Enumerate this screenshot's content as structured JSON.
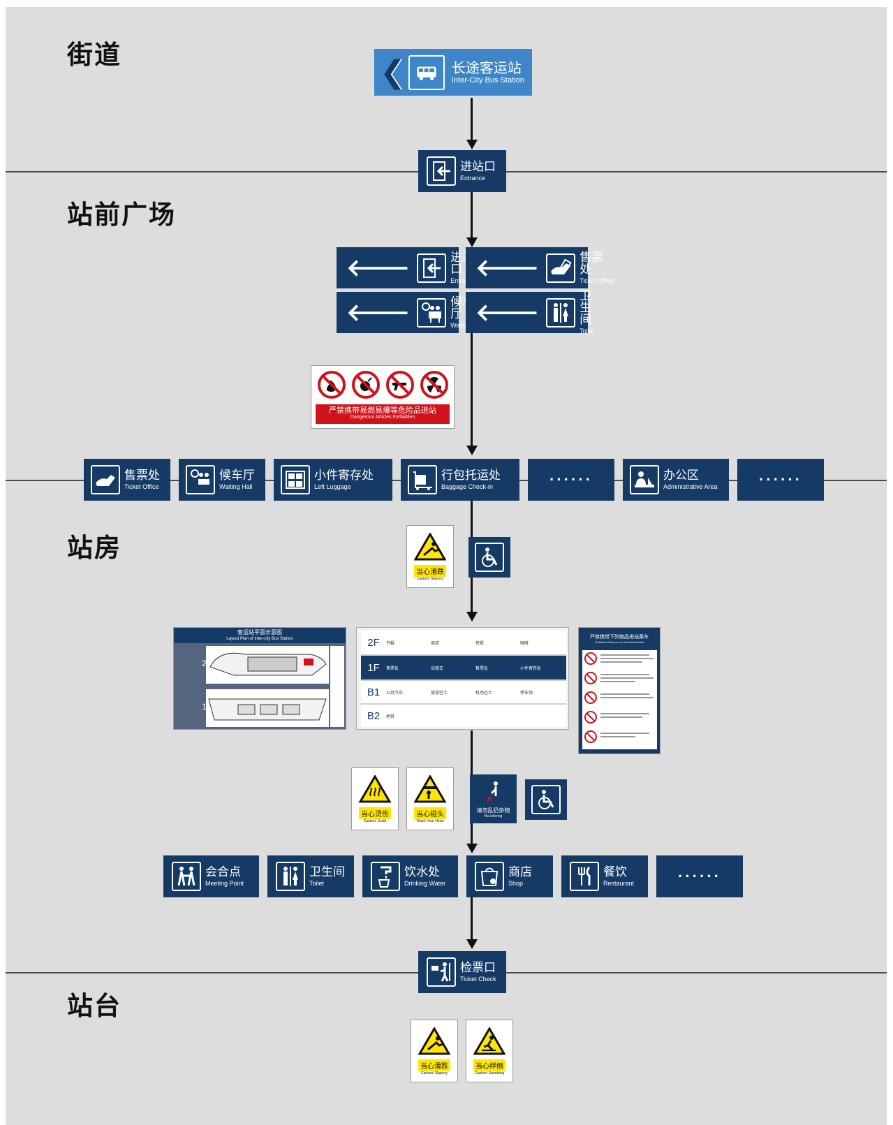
{
  "zones": {
    "street": "街道",
    "plaza": "站前广场",
    "building": "站房",
    "platform": "站台"
  },
  "street_sign": {
    "zh": "长途客运站",
    "en": "Inter-City Bus Station"
  },
  "entrance_sign": {
    "zh": "进站口",
    "en": "Entrance"
  },
  "directional_signs": [
    {
      "zh": "进站口",
      "en": "Entrance"
    },
    {
      "zh": "售票处",
      "en": "Ticket Office"
    },
    {
      "zh": "候车厅",
      "en": "Waiting Hall"
    },
    {
      "zh": "卫生间",
      "en": "Toilet"
    }
  ],
  "forbidden_sign": {
    "zh": "严禁携带易燃易爆等危险品进站",
    "en": "Dangerous Articles Forbidden"
  },
  "building_row": [
    {
      "zh": "售票处",
      "en": "Ticket Office"
    },
    {
      "zh": "候车厅",
      "en": "Waiting Hall"
    },
    {
      "zh": "小件寄存处",
      "en": "Left Luggage"
    },
    {
      "zh": "行包托运处",
      "en": "Baggage  Check-in"
    },
    {
      "dots": "······"
    },
    {
      "zh": "办公区",
      "en": "Administrative Area"
    },
    {
      "dots": "······"
    }
  ],
  "warn_slippery": {
    "zh": "当心滑跌",
    "en": "Caution! Slippery"
  },
  "layout_plan": {
    "title": "客运站平面示意图",
    "subtitle": "Layout Plan of Inter-city Bus Station",
    "floor_upper": "2",
    "floor_lower": "1"
  },
  "floor_directory": {
    "floors": [
      {
        "label": "2F",
        "items": [
          "书报",
          "商店",
          "快餐",
          "咖啡"
        ]
      },
      {
        "label": "1F",
        "items": [
          "售票处",
          "出租车",
          "售票处",
          "小件寄存处"
        ]
      },
      {
        "label": "B1",
        "items": [
          "公共汽车",
          "旅游巴士",
          "机场巴士",
          "停车场"
        ]
      },
      {
        "label": "B2",
        "items": [
          "地铁"
        ]
      }
    ]
  },
  "prohibited_board": {
    "title": "严禁携带下列物品进站乘车",
    "subtitle": "Prohibited Carry-on or Checked Articles"
  },
  "warn_scald": {
    "zh": "当心烫伤",
    "en": "Caution! Scald"
  },
  "warn_head": {
    "zh": "当心碰头",
    "en": "Watch Your Head"
  },
  "no_littering": {
    "zh": "请勿乱扔杂物",
    "en": "No Littering"
  },
  "service_row": [
    {
      "zh": "会合点",
      "en": "Meeting Point"
    },
    {
      "zh": "卫生间",
      "en": "Toilet"
    },
    {
      "zh": "饮水处",
      "en": "Drinking Water"
    },
    {
      "zh": "商店",
      "en": "Shop"
    },
    {
      "zh": "餐饮",
      "en": "Restaurant"
    },
    {
      "dots": "······"
    }
  ],
  "ticket_check": {
    "zh": "检票口",
    "en": "Ticket Check"
  },
  "warn_platform_1": {
    "zh": "当心滑跌",
    "en": "Caution! Slippery"
  },
  "warn_platform_2": {
    "zh": "当心绊倒",
    "en": "Caution! Stumbling"
  },
  "colors": {
    "sign_navy": "#163a66",
    "street_blue": "#3e86c9",
    "warning_yellow": "#ffe600",
    "forbidden_red": "#d0121b",
    "background": "#dddddd"
  }
}
